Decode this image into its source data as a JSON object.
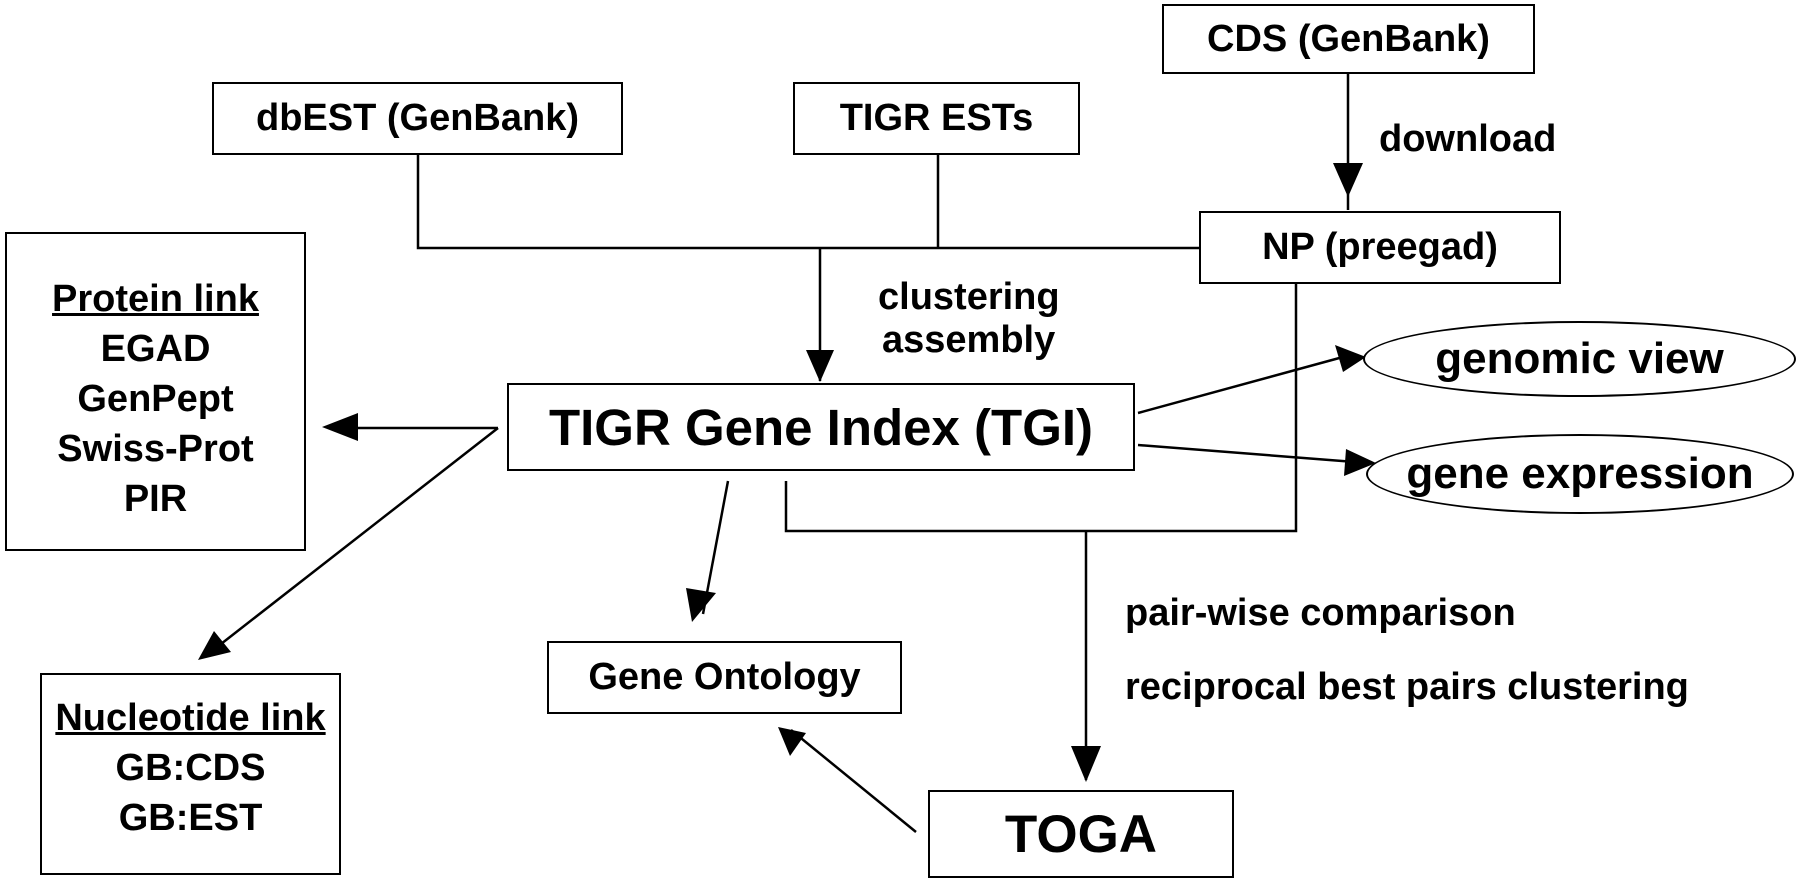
{
  "nodes": {
    "dbest": "dbEST (GenBank)",
    "tigr_ests": "TIGR ESTs",
    "cds": "CDS (GenBank)",
    "np": "NP (preegad)",
    "tgi": "TIGR Gene Index (TGI)",
    "genomic_view": "genomic view",
    "gene_expression": "gene expression",
    "gene_ontology": "Gene Ontology",
    "toga": "TOGA"
  },
  "protein_link": {
    "title": "Protein link",
    "items": [
      "EGAD",
      "GenPept",
      "Swiss-Prot",
      "PIR"
    ]
  },
  "nucleotide_link": {
    "title": "Nucleotide link",
    "items": [
      "GB:CDS",
      "GB:EST"
    ]
  },
  "edge_labels": {
    "download": "download",
    "clustering": "clustering",
    "assembly": "assembly",
    "pairwise": "pair-wise comparison",
    "reciprocal": "reciprocal best pairs clustering"
  }
}
